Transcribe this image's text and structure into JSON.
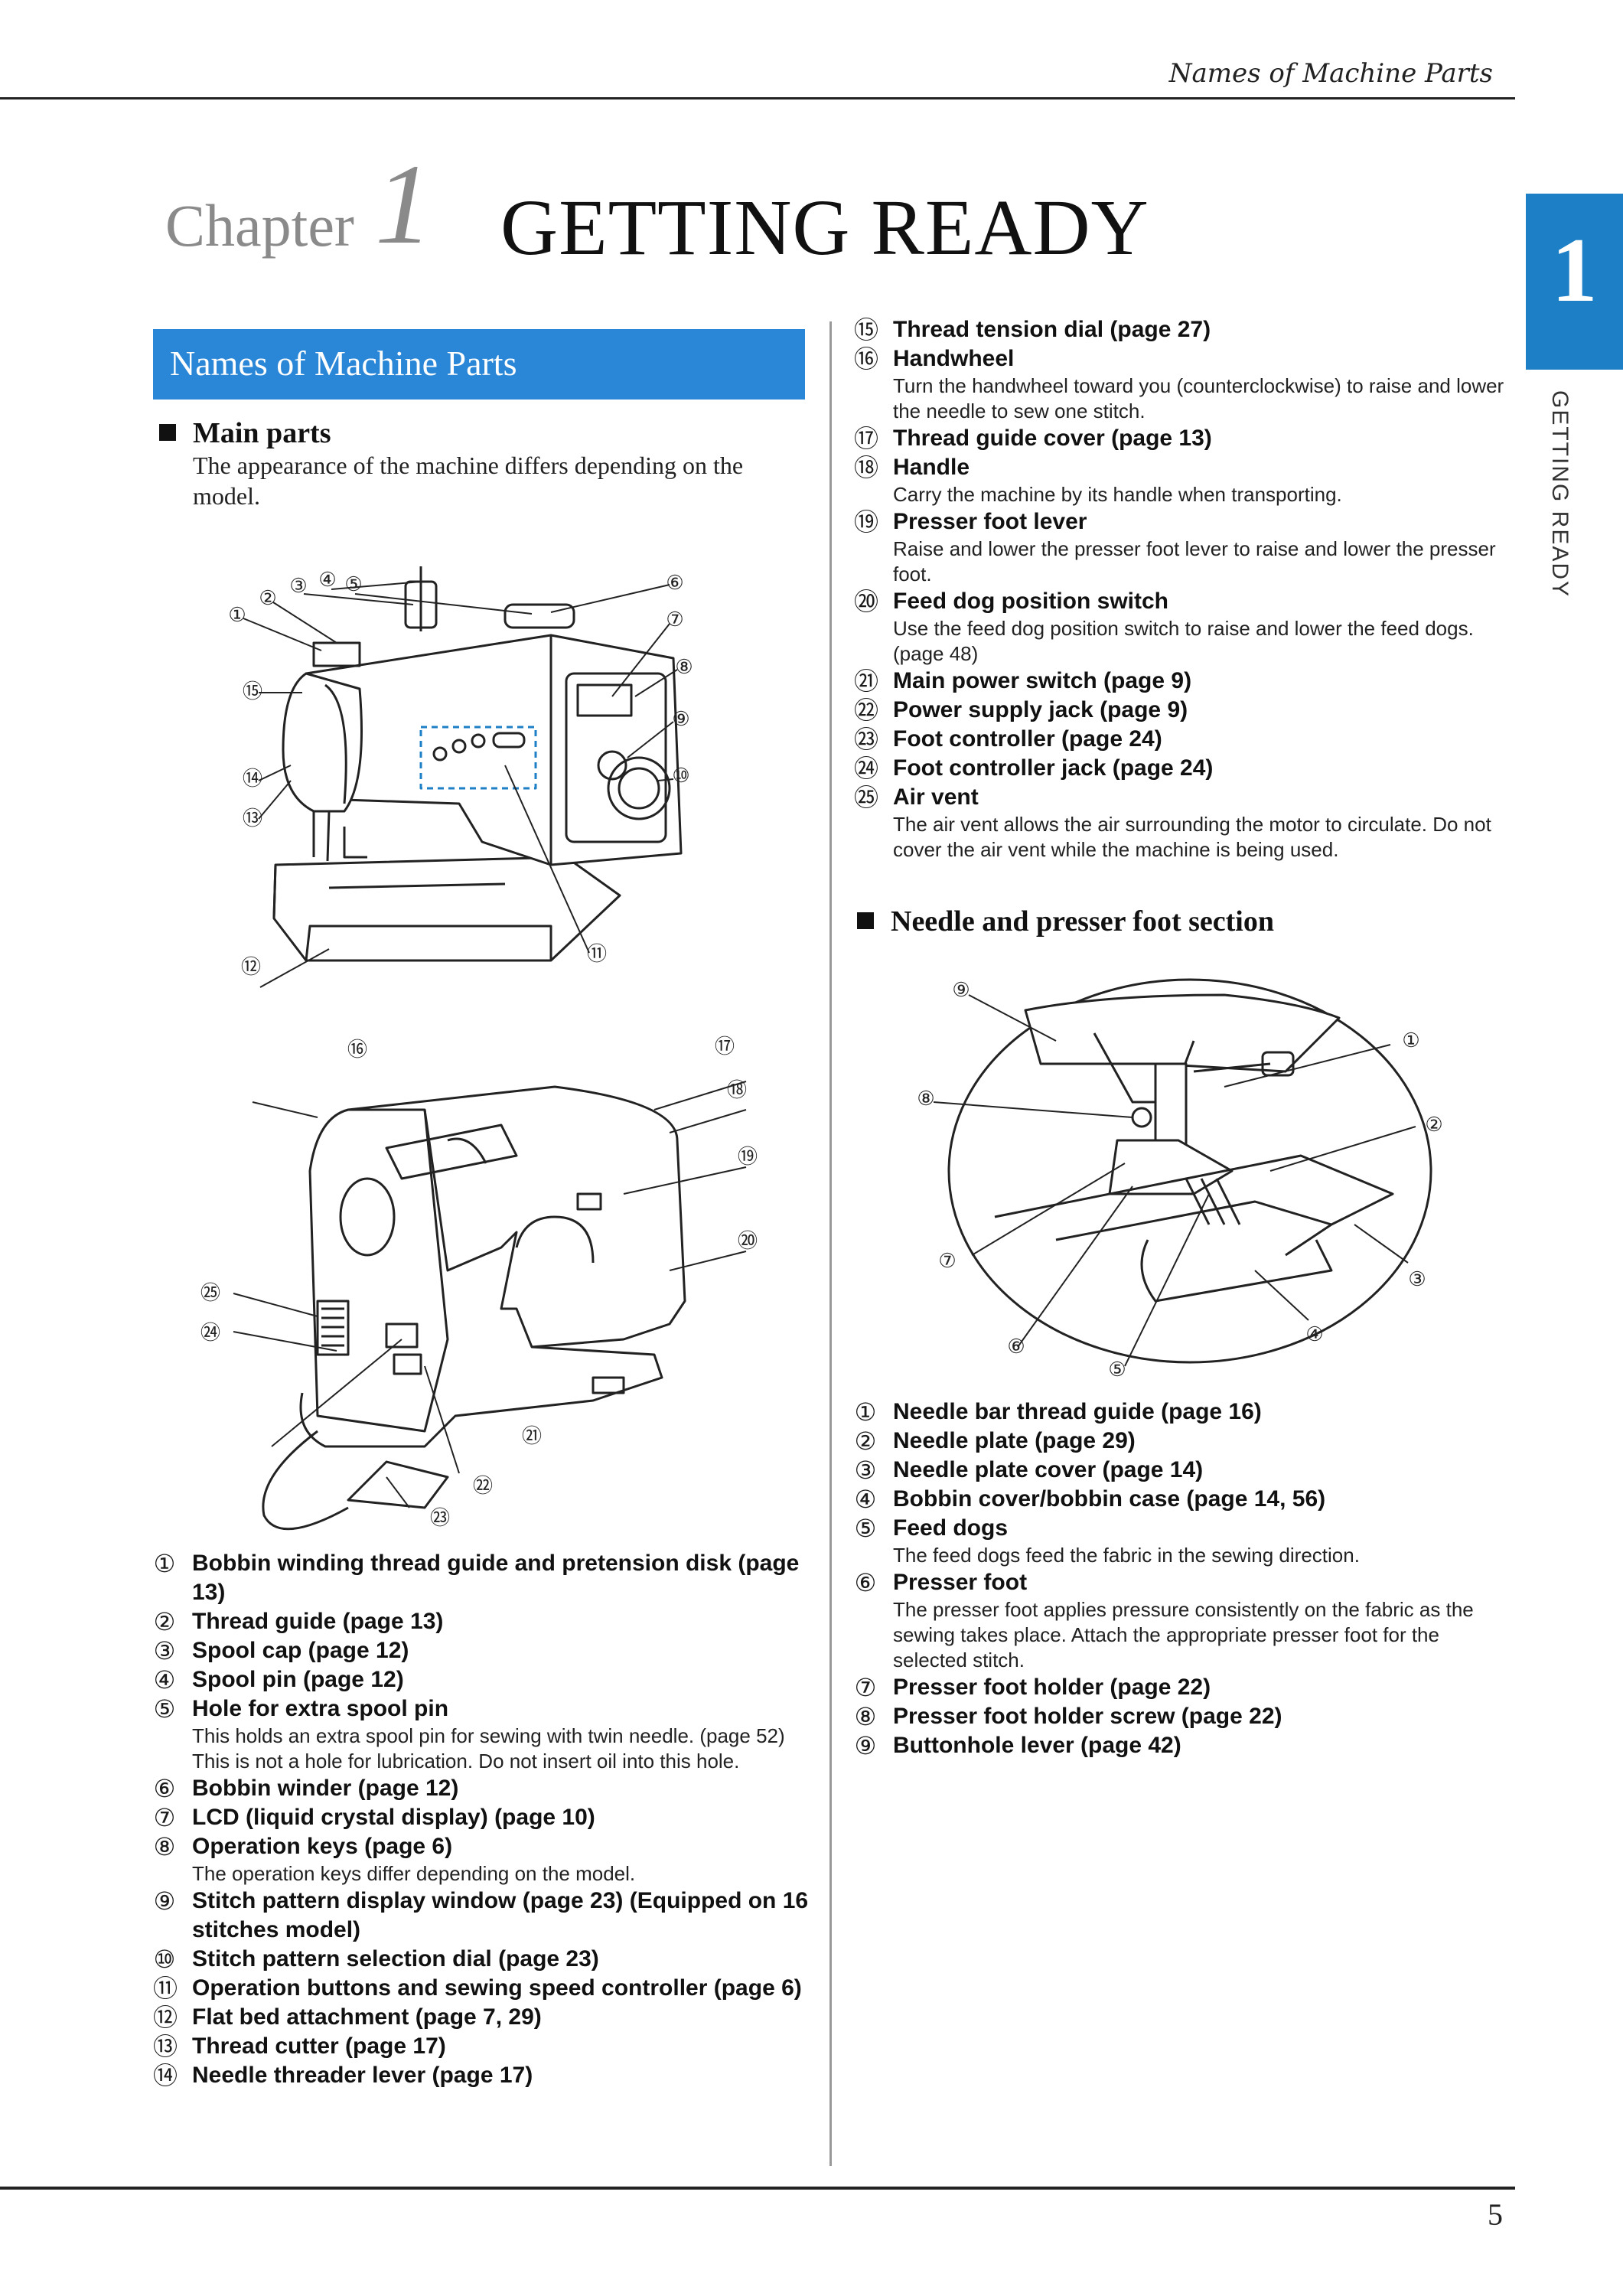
{
  "header": {
    "running_title": "Names of Machine Parts"
  },
  "chapter": {
    "label": "Chapter",
    "number": "1",
    "title": "GETTING READY"
  },
  "side_tab": {
    "number": "1",
    "vertical_label": "GETTING READY"
  },
  "section": {
    "title": "Names of Machine Parts"
  },
  "main_parts": {
    "heading": "Main parts",
    "intro": "The appearance of the machine differs depending on the model."
  },
  "main_list_left": [
    {
      "n": "①",
      "title": "Bobbin winding thread guide and pretension disk (page 13)",
      "desc": ""
    },
    {
      "n": "②",
      "title": "Thread guide (page 13)",
      "desc": ""
    },
    {
      "n": "③",
      "title": "Spool cap (page 12)",
      "desc": ""
    },
    {
      "n": "④",
      "title": "Spool pin (page 12)",
      "desc": ""
    },
    {
      "n": "⑤",
      "title": "Hole for extra spool pin",
      "desc": "This holds an extra spool pin for sewing with twin needle. (page 52) This is not a hole for lubrication. Do not insert oil into this hole."
    },
    {
      "n": "⑥",
      "title": "Bobbin winder (page 12)",
      "desc": ""
    },
    {
      "n": "⑦",
      "title": "LCD (liquid crystal display) (page 10)",
      "desc": ""
    },
    {
      "n": "⑧",
      "title": "Operation keys (page 6)",
      "desc": "The operation keys differ depending on the model."
    },
    {
      "n": "⑨",
      "title": "Stitch pattern display window (page 23) (Equipped on 16 stitches model)",
      "desc": ""
    },
    {
      "n": "⑩",
      "title": "Stitch pattern selection dial (page 23)",
      "desc": ""
    },
    {
      "n": "⑪",
      "title": "Operation buttons and sewing speed controller (page 6)",
      "desc": ""
    },
    {
      "n": "⑫",
      "title": "Flat bed attachment (page 7, 29)",
      "desc": ""
    },
    {
      "n": "⑬",
      "title": "Thread cutter (page 17)",
      "desc": ""
    },
    {
      "n": "⑭",
      "title": "Needle threader lever (page 17)",
      "desc": ""
    }
  ],
  "main_list_right": [
    {
      "n": "⑮",
      "title": "Thread tension dial (page 27)",
      "desc": ""
    },
    {
      "n": "⑯",
      "title": "Handwheel",
      "desc": "Turn the handwheel toward you (counterclockwise) to raise and lower the needle to sew one stitch."
    },
    {
      "n": "⑰",
      "title": "Thread guide cover (page 13)",
      "desc": ""
    },
    {
      "n": "⑱",
      "title": "Handle",
      "desc": "Carry the machine by its handle when transporting."
    },
    {
      "n": "⑲",
      "title": "Presser foot lever",
      "desc": "Raise and lower the presser foot lever to raise and lower the presser foot."
    },
    {
      "n": "⑳",
      "title": "Feed dog position switch",
      "desc": "Use the feed dog position switch to raise and lower the feed dogs. (page 48)"
    },
    {
      "n": "㉑",
      "title": "Main power switch (page 9)",
      "desc": ""
    },
    {
      "n": "㉒",
      "title": "Power supply jack (page 9)",
      "desc": ""
    },
    {
      "n": "㉓",
      "title": "Foot controller (page 24)",
      "desc": ""
    },
    {
      "n": "㉔",
      "title": "Foot controller jack (page 24)",
      "desc": ""
    },
    {
      "n": "㉕",
      "title": "Air vent",
      "desc": "The air vent allows the air surrounding the motor to circulate. Do not cover the air vent while the machine is being used."
    }
  ],
  "needle_section": {
    "heading": "Needle and presser foot section"
  },
  "needle_list": [
    {
      "n": "①",
      "title": "Needle bar thread guide (page 16)",
      "desc": ""
    },
    {
      "n": "②",
      "title": "Needle plate (page 29)",
      "desc": ""
    },
    {
      "n": "③",
      "title": "Needle plate cover (page 14)",
      "desc": ""
    },
    {
      "n": "④",
      "title": "Bobbin cover/bobbin case (page 14, 56)",
      "desc": ""
    },
    {
      "n": "⑤",
      "title": "Feed dogs",
      "desc": "The feed dogs feed the fabric in the sewing direction."
    },
    {
      "n": "⑥",
      "title": "Presser foot",
      "desc": "The presser foot applies pressure consistently on the fabric as the sewing takes place. Attach the appropriate presser foot for the selected stitch."
    },
    {
      "n": "⑦",
      "title": "Presser foot holder (page 22)",
      "desc": ""
    },
    {
      "n": "⑧",
      "title": "Presser foot holder screw (page 22)",
      "desc": ""
    },
    {
      "n": "⑨",
      "title": "Buttonhole lever (page 42)",
      "desc": ""
    }
  ],
  "figure_labels": {
    "front": [
      "①",
      "②",
      "③",
      "④",
      "⑤",
      "⑥",
      "⑦",
      "⑧",
      "⑨",
      "⑩",
      "⑪",
      "⑫",
      "⑬",
      "⑭",
      "⑮"
    ],
    "rear": [
      "⑯",
      "⑰",
      "⑱",
      "⑲",
      "⑳",
      "㉑",
      "㉒",
      "㉓",
      "㉔",
      "㉕"
    ],
    "needle": [
      "①",
      "②",
      "③",
      "④",
      "⑤",
      "⑥",
      "⑦",
      "⑧",
      "⑨"
    ]
  },
  "footer": {
    "page_number": "5"
  }
}
